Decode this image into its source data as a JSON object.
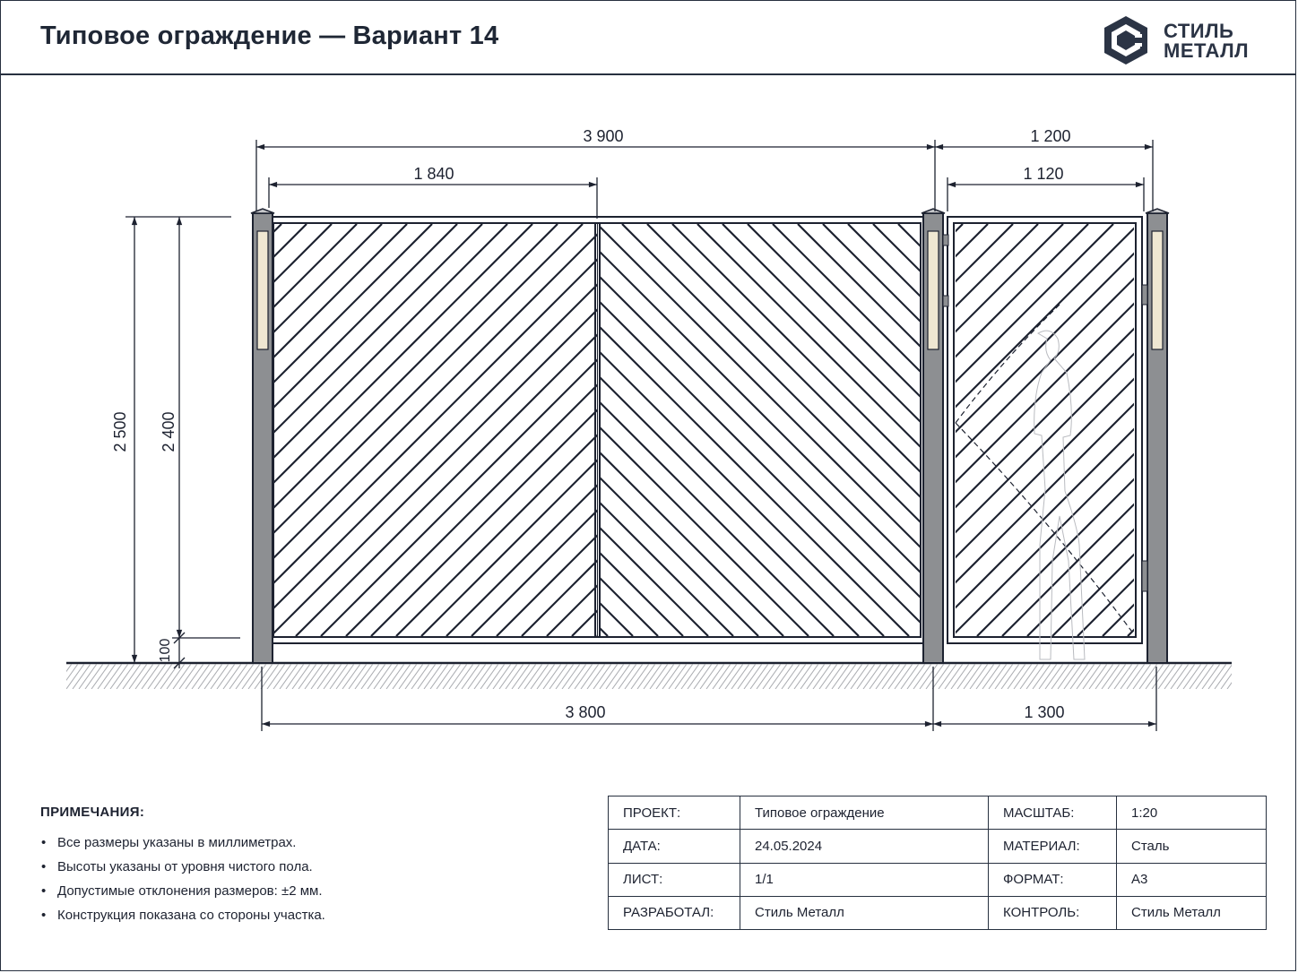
{
  "header": {
    "title": "Типовое ограждение — Вариант 14",
    "logo": {
      "line1": "СТИЛЬ",
      "line2": "МЕТАЛЛ"
    }
  },
  "dimensions": {
    "top_total": "3 900",
    "top_gate": "1 200",
    "leaf": "1 840",
    "gate_inner": "1 120",
    "height_total": "2 500",
    "height_panel": "2 400",
    "clearance": "100",
    "bottom_total": "3 800",
    "bottom_gate": "1 300"
  },
  "notes": {
    "title": "ПРИМЕЧАНИЯ:",
    "items": [
      "Все размеры указаны в миллиметрах.",
      "Высоты указаны от уровня чистого пола.",
      "Допустимые отклонения размеров: ±2 мм.",
      "Конструкция показана со стороны участка."
    ]
  },
  "stamp": {
    "project_label": "ПРОЕКТ:",
    "project_value": "Типовое ограждение",
    "scale_label": "МАСШТАБ:",
    "scale_value": "1:20",
    "date_label": "ДАТА:",
    "date_value": "24.05.2024",
    "material_label": "МАТЕРИАЛ:",
    "material_value": "Сталь",
    "sheet_label": "ЛИСТ:",
    "sheet_value": "1/1",
    "format_label": "ФОРМАТ:",
    "format_value": "А3",
    "author_label": "РАЗРАБОТАЛ:",
    "author_value": "Стиль Металл",
    "control_label": "КОНТРОЛЬ:",
    "control_value": "Стиль Металл"
  },
  "colors": {
    "line": "#1d2230",
    "post_fill": "#8d8f92",
    "light_plate": "#efe7d2"
  }
}
